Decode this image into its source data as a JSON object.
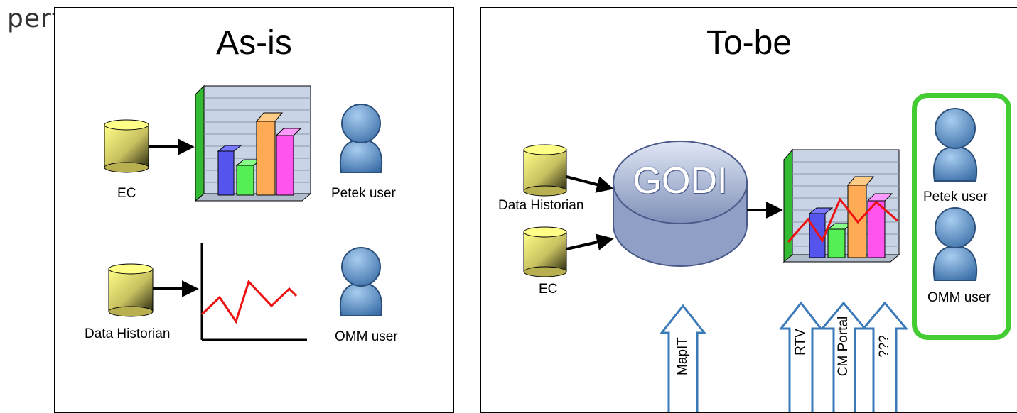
{
  "fragment": "perf",
  "as_is": {
    "title": "As-is",
    "ec_label": "EC",
    "historian_label": "Data Historian",
    "petek_label": "Petek user",
    "omm_label": "OMM user"
  },
  "to_be": {
    "title": "To-be",
    "historian_label": "Data Historian",
    "ec_label": "EC",
    "godi_label": "GODI",
    "petek_label": "Petek user",
    "omm_label": "OMM user",
    "arrows": [
      "MapIT",
      "RTV",
      "CM Portal",
      "???"
    ]
  },
  "colors": {
    "cylinder": "#e8e870",
    "person": "#5b8fc9",
    "chart_bg": "#c8d4e6",
    "green_frame": "#44cc33",
    "red_line": "#ee1111",
    "up_arrow": "#3a7ab8"
  }
}
